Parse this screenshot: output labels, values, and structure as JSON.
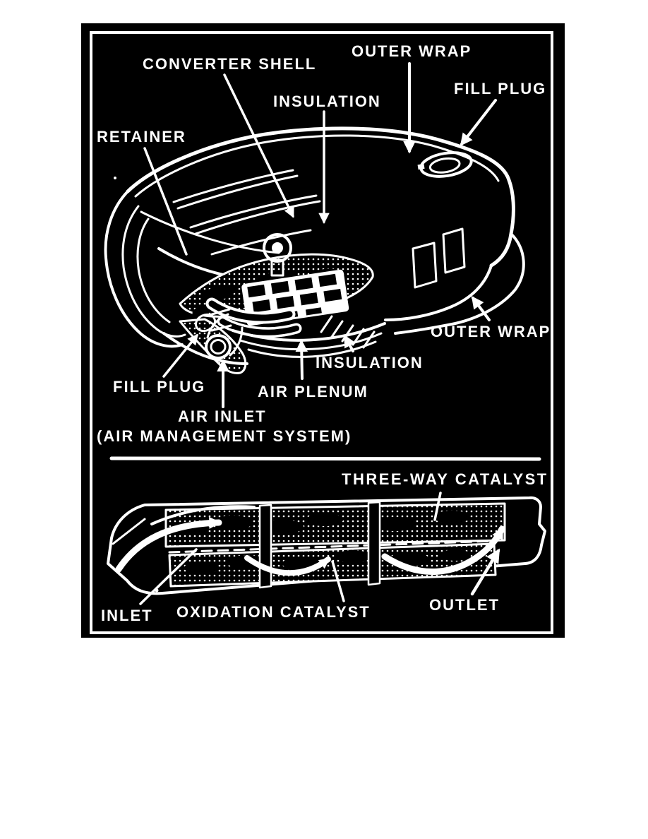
{
  "document": {
    "type": "scanned-manual-diagram",
    "subject": "Catalytic converter component identification and cross-section"
  },
  "colors": {
    "page_bg": "#ffffff",
    "panel_bg": "#000000",
    "ink": "#ffffff"
  },
  "figures": {
    "top": {
      "name": "converter-exploded-perspective-view",
      "converter_shell": "CONVERTER SHELL",
      "outer_wrap_top": "OUTER WRAP",
      "fill_plug_top": "FILL PLUG",
      "insulation_top": "INSULATION",
      "retainer": "RETAINER",
      "outer_wrap_right": "OUTER WRAP",
      "insulation_bottom": "INSULATION",
      "air_plenum": "AIR PLENUM",
      "fill_plug_bottom": "FILL PLUG",
      "air_inlet": "AIR INLET",
      "air_management": "(AIR MANAGEMENT SYSTEM)"
    },
    "bottom": {
      "name": "converter-flow-cross-section",
      "three_way_catalyst": "THREE-WAY  CATALYST",
      "inlet": "INLET",
      "oxidation_catalyst": "OXIDATION CATALYST",
      "outlet": "OUTLET"
    }
  }
}
